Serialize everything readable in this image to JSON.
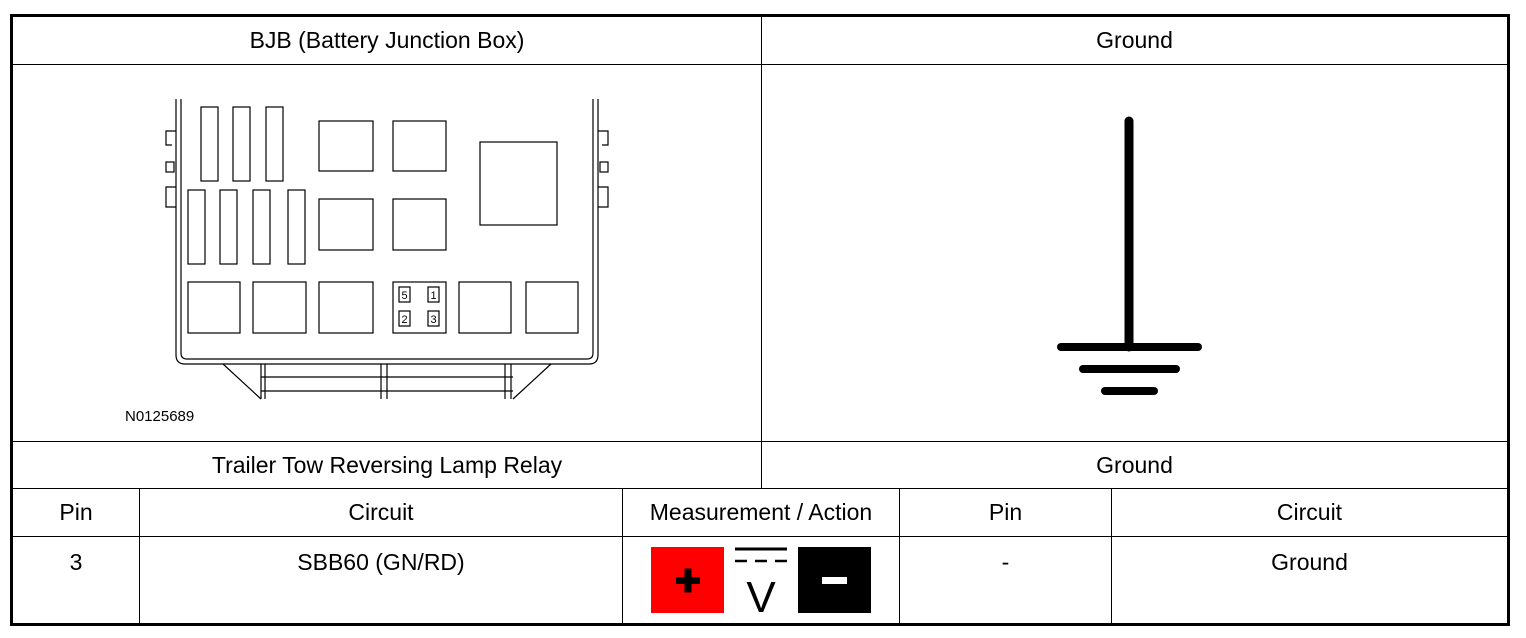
{
  "header": {
    "left_title": "BJB (Battery Junction Box)",
    "right_title": "Ground"
  },
  "illustration": {
    "connector_pins": [
      "5",
      "1",
      "2",
      "3"
    ],
    "ref_code": "N0125689",
    "left_icon": "battery-junction-box-illustration",
    "right_icon": "ground-symbol-icon"
  },
  "subheader": {
    "left_title": "Trailer Tow Reversing Lamp Relay",
    "right_title": "Ground"
  },
  "table": {
    "columns": [
      "Pin",
      "Circuit",
      "Measurement / Action",
      "Pin",
      "Circuit"
    ],
    "rows": [
      {
        "pin_a": "3",
        "circuit_a": "SBB60 (GN/RD)",
        "pin_b": "-",
        "circuit_b": "Ground"
      }
    ]
  },
  "measurement": {
    "positive_icon": "plus-icon",
    "voltmeter_icon": "dc-voltage-icon",
    "voltmeter_symbol": "V",
    "negative_icon": "minus-icon",
    "positive_color": "#ff0000",
    "negative_color": "#000000"
  }
}
